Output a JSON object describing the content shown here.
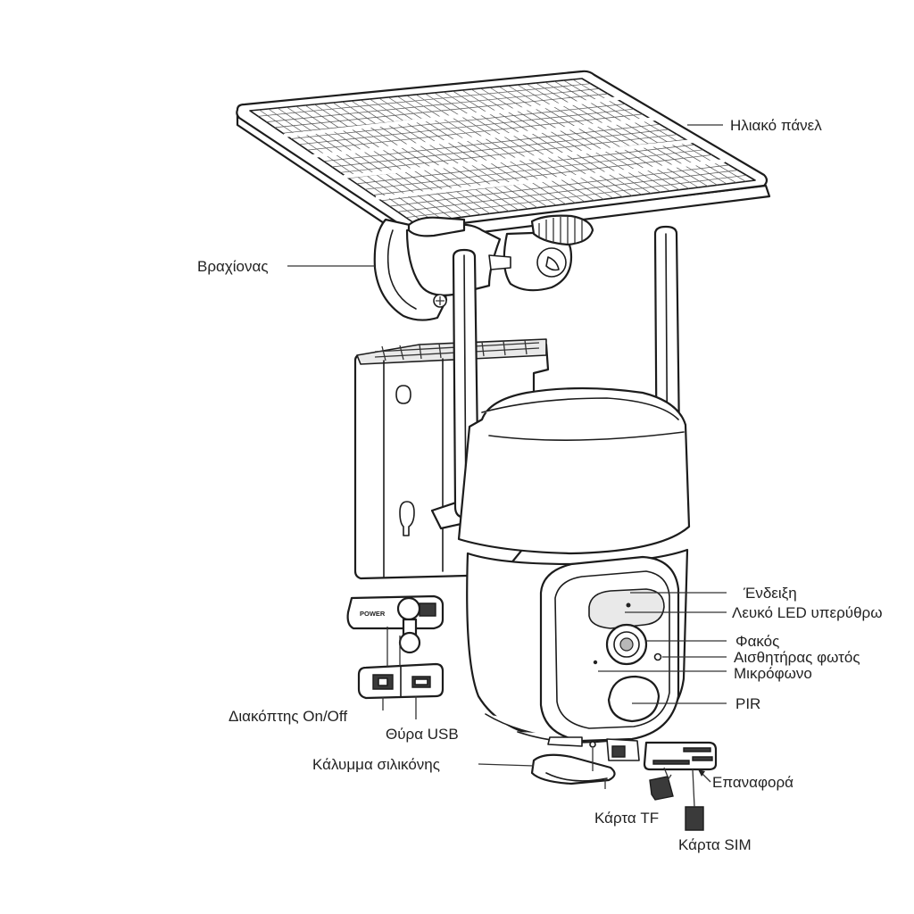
{
  "labels": {
    "solar_panel": "Ηλιακό πάνελ",
    "bracket": "Βραχίονας",
    "indicator": "Ένδειξη",
    "ir_led": "Λευκό LED υπερύθρω",
    "lens": "Φακός",
    "light_sensor": "Αισθητήρας φωτός",
    "microphone": "Μικρόφωνο",
    "pir": "PIR",
    "power_switch": "Διακόπτης On/Off",
    "usb_port": "Θύρα USB",
    "silicone_cover": "Κάλυμμα σιλικόνης",
    "reset": "Επαναφορά",
    "tf_card": "Κάρτα TF",
    "sim_card": "Κάρτα SIM",
    "power_tag": "POWER"
  }
}
